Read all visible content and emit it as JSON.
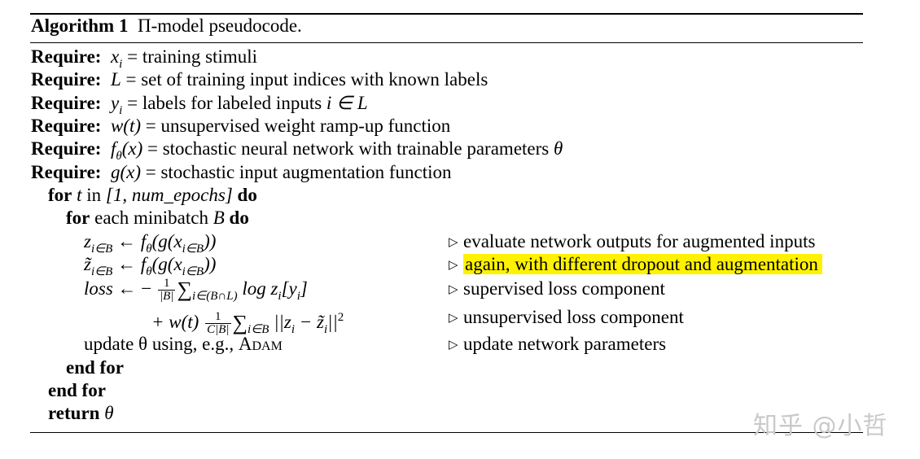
{
  "algorithm": {
    "label": "Algorithm 1",
    "caption": "Π-model pseudocode."
  },
  "requires": [
    {
      "keyword": "Require:",
      "symbol": "x",
      "sub": "i",
      "text": " = training stimuli"
    },
    {
      "keyword": "Require:",
      "symbol": "L",
      "sub": "",
      "text": " = set of training input indices with known labels"
    },
    {
      "keyword": "Require:",
      "symbol": "y",
      "sub": "i",
      "text": " = labels for labeled inputs ",
      "tail": "i ∈ L"
    },
    {
      "keyword": "Require:",
      "symbol": "w(t)",
      "sub": "",
      "text": " = unsupervised weight ramp-up function"
    },
    {
      "keyword": "Require:",
      "symbol": "f",
      "sub": "θ",
      "symbol2": "(x)",
      "text": " = stochastic neural network with trainable parameters ",
      "tail": "θ"
    },
    {
      "keyword": "Require:",
      "symbol": "g(x)",
      "sub": "",
      "text": " = stochastic input augmentation function"
    }
  ],
  "loops": {
    "for_kw": "for",
    "for_var": "t",
    "in_text": "in",
    "range": "[1, num_epochs]",
    "do_kw": "do",
    "inner_for_kw": "for",
    "inner_text": "each minibatch",
    "inner_var": "B",
    "inner_do_kw": "do",
    "end_for_inner": "end for",
    "end_for_outer": "end for",
    "return_kw": "return",
    "return_var": "θ"
  },
  "body": {
    "line1": "z",
    "line1_sub": "i∈B",
    "line1_rest": " ← f",
    "line1_rest_sub": "θ",
    "line1_rest2": "(g(x",
    "line1_rest2_sub": "i∈B",
    "line1_rest3": "))",
    "line2": "z̃",
    "line2_sub": "i∈B",
    "line2_rest": " ← f",
    "line2_rest_sub": "θ",
    "line2_rest2": "(g(x",
    "line2_rest2_sub": "i∈B",
    "line2_rest3": "))",
    "loss_var": "loss",
    "loss_arrow": " ← −",
    "loss_frac_num": "1",
    "loss_frac_den": "|B|",
    "loss_sum": "∑",
    "loss_sum_sub": "i∈(B∩L)",
    "loss_rest": " log z",
    "loss_rest_sub": "i",
    "loss_rest2": "[y",
    "loss_rest2_sub": "i",
    "loss_rest3": "]",
    "unsup_plus": "+ w(t)",
    "unsup_frac_num": "1",
    "unsup_frac_den": "C|B|",
    "unsup_sum": "∑",
    "unsup_sum_sub": "i∈B",
    "unsup_rest": " ||z",
    "unsup_rest_sub": "i",
    "unsup_rest2": " − z̃",
    "unsup_rest2_sub": "i",
    "unsup_rest3": "||",
    "unsup_sup": "2",
    "update_text": "update θ using, e.g., ",
    "update_method": "Adam"
  },
  "comments": {
    "triangle": "▷",
    "c1": "evaluate network outputs for augmented inputs",
    "c2": "again, with different dropout and augmentation",
    "c3": "supervised loss component",
    "c4": "unsupervised loss component",
    "c5": "update network parameters"
  },
  "highlight_color": "#fff200",
  "watermark": "知乎 @小哲"
}
